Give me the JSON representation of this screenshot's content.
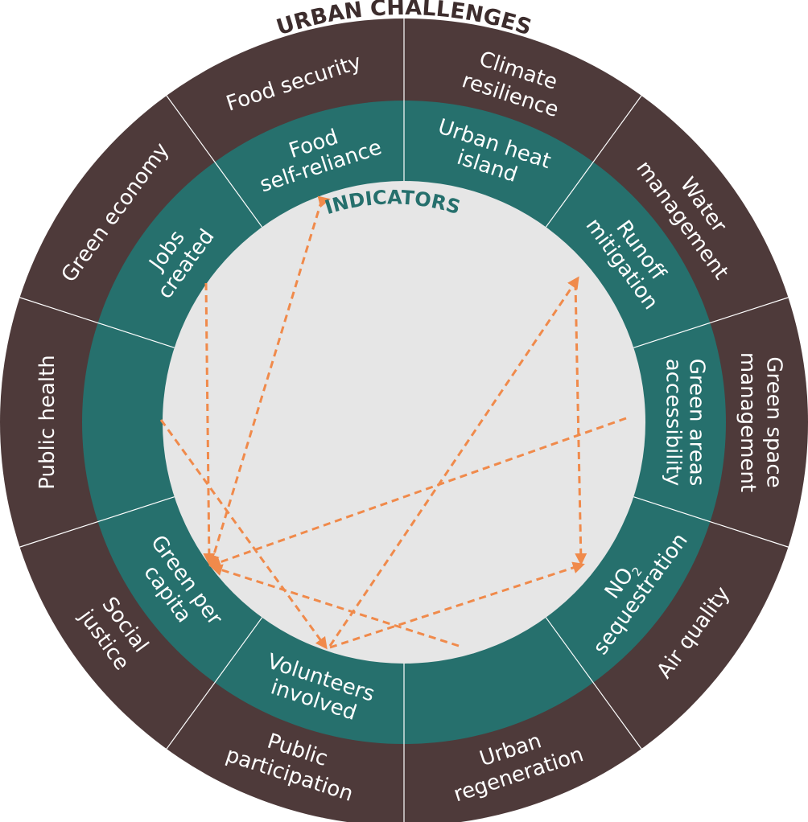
{
  "outer_title": "URBAN CHALLENGES",
  "inner_title": "INDICATORS",
  "colors": {
    "outer_ring": "#4e3a3a",
    "inner_ring": "#26706d",
    "center": "#e6e6e6",
    "arrow": "#f08a4b",
    "outer_title": "#3d2d2d",
    "inner_title": "#26706d",
    "divider": "#ffffff"
  },
  "challenges": [
    {
      "lines": [
        "Climate",
        "resilience"
      ]
    },
    {
      "lines": [
        "Water",
        "management"
      ]
    },
    {
      "lines": [
        "Green space",
        "management"
      ]
    },
    {
      "lines": [
        "Air quality"
      ]
    },
    {
      "lines": [
        "Urban",
        "regeneration"
      ]
    },
    {
      "lines": [
        "Public",
        "participation"
      ]
    },
    {
      "lines": [
        "Social",
        "justice"
      ]
    },
    {
      "lines": [
        "Public health"
      ]
    },
    {
      "lines": [
        "Green economy"
      ]
    },
    {
      "lines": [
        "Food security"
      ]
    }
  ],
  "indicators": [
    {
      "lines": [
        "Urban heat",
        "island"
      ]
    },
    {
      "lines": [
        "Runoff",
        "mitigation"
      ]
    },
    {
      "lines": [
        "Green areas",
        "accessibility"
      ]
    },
    {
      "lines": [
        "NO",
        "sequestration"
      ],
      "subscript": "2"
    },
    {
      "lines": []
    },
    {
      "lines": [
        "Volunteers",
        "involved"
      ]
    },
    {
      "lines": [
        "Green per",
        "capita"
      ]
    },
    {
      "lines": []
    },
    {
      "lines": [
        "Jobs",
        "created"
      ]
    },
    {
      "lines": [
        "Food",
        "self-reliance"
      ]
    }
  ]
}
